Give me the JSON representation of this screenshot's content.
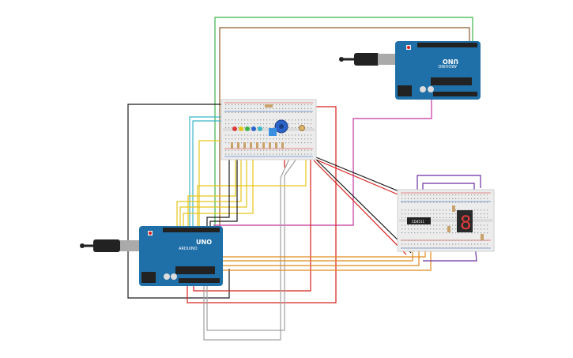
{
  "canvas": {
    "background": "#ffffff"
  },
  "arduino_top": {
    "brand_text": "UNO",
    "maker_text": "ARDUINO",
    "board_color": "#1f6fa8"
  },
  "arduino_left": {
    "brand_text": "UNO",
    "maker_text": "ARDUINO",
    "board_color": "#1f6fa8"
  },
  "breadboard_center": {
    "color": "#ececec"
  },
  "breadboard_right": {
    "color": "#ececec",
    "chip_label": "CD4511",
    "seven_segment": "8"
  },
  "usb_cable": {
    "color": "#222222"
  },
  "wire_colors": {
    "black": "#1a1a1a",
    "red": "#d8201c",
    "green": "#3cb44b",
    "brown": "#8b5a2b",
    "magenta": "#c2339e",
    "yellow": "#e6c619",
    "orange": "#e08a1e",
    "cyan": "#3bb6c8",
    "gray": "#a0a0a0",
    "purple": "#6b2fa0"
  }
}
